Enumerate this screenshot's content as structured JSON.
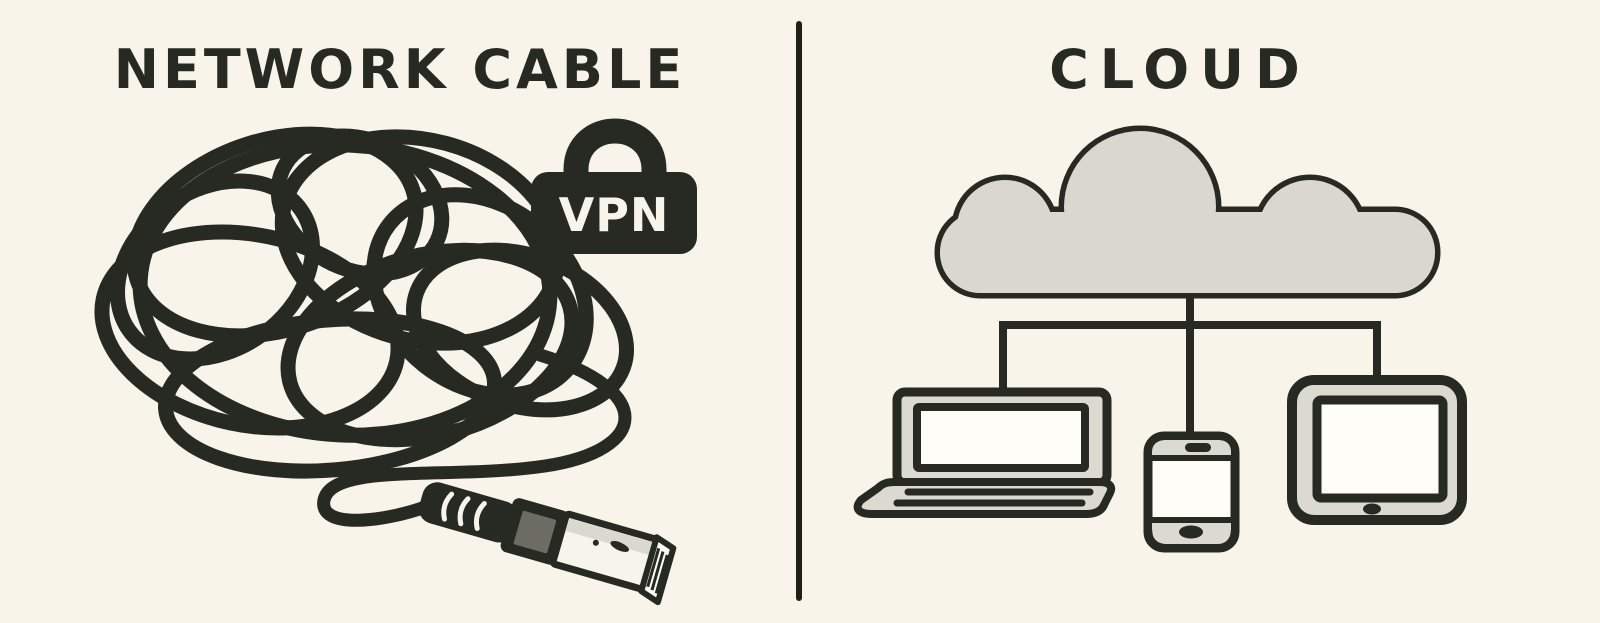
{
  "illustration": {
    "left_panel": {
      "title": "NETWORK CABLE",
      "vpn_badge_label": "VPN"
    },
    "right_panel": {
      "title": "CLOUD"
    },
    "colors": {
      "background": "#f8f4ea",
      "ink": "#262a22",
      "cloud_fill": "#d9d7ce",
      "bezel_fill": "#dbd9d0",
      "screen_white": "#fffdf8",
      "connector_window_gray": "#6c6b64"
    },
    "icons": [
      "tangled-cable-icon",
      "vpn-lock-icon",
      "rj45-connector-icon",
      "divider-line",
      "cloud-icon",
      "laptop-icon",
      "smartphone-icon",
      "tablet-icon"
    ]
  }
}
